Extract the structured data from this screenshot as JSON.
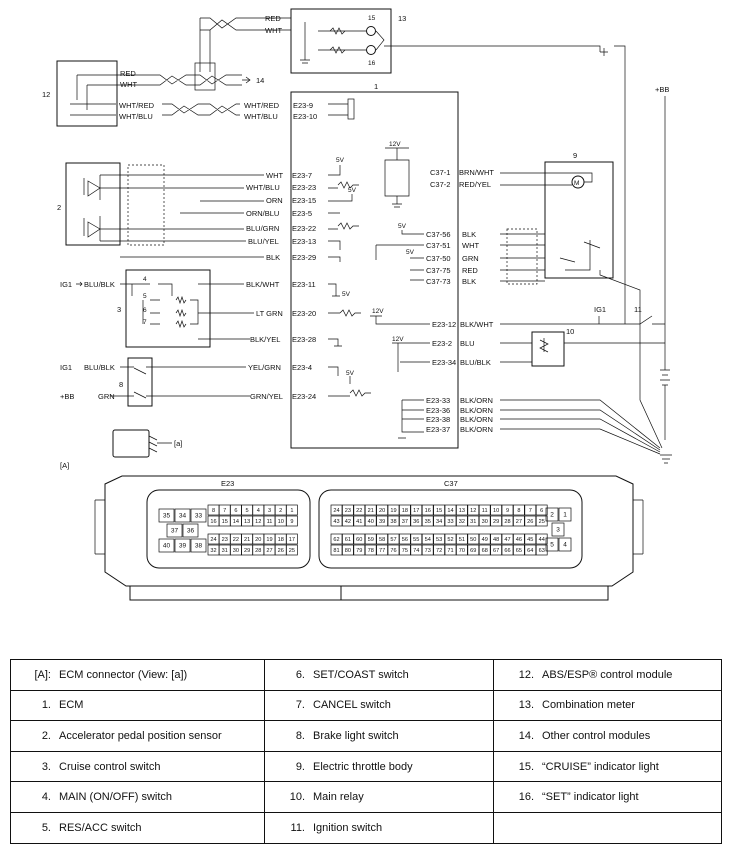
{
  "diagram": {
    "ecm_number": "1",
    "sensor_number": "2",
    "cruise_switch_number": "3",
    "main_switch_number": "4",
    "res_acc_switch_number": "5",
    "set_coast_switch_number": "6",
    "cancel_switch_number": "7",
    "brake_light_switch_number": "8",
    "throttle_body_number": "9",
    "main_relay_number": "10",
    "ignition_switch_number": "11",
    "abs_module_number": "12",
    "combination_meter_number": "13",
    "other_modules_number": "14",
    "cruise_light_number": "15",
    "set_light_number": "16",
    "plus_bb": "+BB",
    "ig1": "IG1",
    "view_tag": "[a]",
    "view_ref": "[A]",
    "connector_e23": "E23",
    "connector_c37": "C37",
    "v12": "12V",
    "v5": "5V",
    "wires_top": [
      {
        "color": "RED",
        "pin": ""
      },
      {
        "color": "WHT",
        "pin": ""
      }
    ],
    "wires_abs": [
      {
        "color": "RED"
      },
      {
        "color": "WHT"
      },
      {
        "color": "WHT/RED",
        "pin": "E23-9"
      },
      {
        "color": "WHT/BLU",
        "pin": "E23-10"
      }
    ],
    "wires_left": [
      {
        "color": "WHT",
        "pin": "E23-7"
      },
      {
        "color": "WHT/BLU",
        "pin": "E23-23"
      },
      {
        "color": "ORN",
        "pin": "E23-15"
      },
      {
        "color": "ORN/BLU",
        "pin": "E23-5"
      },
      {
        "color": "BLU/GRN",
        "pin": "E23-22"
      },
      {
        "color": "BLU/YEL",
        "pin": "E23-13"
      },
      {
        "color": "BLK",
        "pin": "E23-29"
      },
      {
        "color": "BLK/WHT",
        "pin": "E23-11"
      },
      {
        "color": "LT GRN",
        "pin": "E23-20"
      },
      {
        "color": "BLK/YEL",
        "pin": "E23-28"
      },
      {
        "color": "YEL/GRN",
        "pin": "E23-4"
      },
      {
        "color": "GRN/YEL",
        "pin": "E23-24"
      }
    ],
    "wires_right": [
      {
        "color": "BRN/WHT",
        "pin": "C37-1"
      },
      {
        "color": "RED/YEL",
        "pin": "C37-2"
      },
      {
        "color": "BLK",
        "pin": "C37-56"
      },
      {
        "color": "WHT",
        "pin": "C37-51"
      },
      {
        "color": "GRN",
        "pin": "C37-50"
      },
      {
        "color": "RED",
        "pin": "C37-75"
      },
      {
        "color": "BLK",
        "pin": "C37-73"
      },
      {
        "color": "BLK/WHT",
        "pin": "E23-12"
      },
      {
        "color": "BLU",
        "pin": "E23-2"
      },
      {
        "color": "BLU/BLK",
        "pin": "E23-34"
      },
      {
        "color": "BLK/ORN",
        "pin": "E23-33"
      },
      {
        "color": "BLK/ORN",
        "pin": "E23-36"
      },
      {
        "color": "BLK/ORN",
        "pin": "E23-38"
      },
      {
        "color": "BLK/ORN",
        "pin": "E23-37"
      }
    ],
    "ig1_wire_upper": "BLU/BLK",
    "ig1_wire_lower": "BLU/BLK",
    "bb_wire": "GRN",
    "e23_pins": {
      "big_top": [
        "35",
        "34",
        "33"
      ],
      "mid": [
        "37",
        "36"
      ],
      "big_bottom": [
        "40",
        "39",
        "38"
      ],
      "row1": [
        "8",
        "7",
        "6",
        "5",
        "4",
        "3",
        "2",
        "1"
      ],
      "row2": [
        "16",
        "15",
        "14",
        "13",
        "12",
        "11",
        "10",
        "9"
      ],
      "row3": [
        "24",
        "23",
        "22",
        "21",
        "20",
        "19",
        "18",
        "17"
      ],
      "row4": [
        "32",
        "31",
        "30",
        "29",
        "28",
        "27",
        "26",
        "25"
      ]
    },
    "c37_pins": {
      "row1": [
        "24",
        "23",
        "22",
        "21",
        "20",
        "19",
        "18",
        "17",
        "16",
        "15",
        "14",
        "13",
        "12",
        "11",
        "10",
        "9",
        "8",
        "7",
        "6"
      ],
      "row2": [
        "43",
        "42",
        "41",
        "40",
        "39",
        "38",
        "37",
        "36",
        "35",
        "34",
        "33",
        "32",
        "31",
        "30",
        "29",
        "28",
        "27",
        "26",
        "25"
      ],
      "row3": [
        "62",
        "61",
        "60",
        "59",
        "58",
        "57",
        "56",
        "55",
        "54",
        "53",
        "52",
        "51",
        "50",
        "49",
        "48",
        "47",
        "46",
        "45",
        "44"
      ],
      "row4": [
        "81",
        "80",
        "79",
        "78",
        "77",
        "76",
        "75",
        "74",
        "73",
        "72",
        "71",
        "70",
        "69",
        "68",
        "67",
        "66",
        "65",
        "64",
        "63"
      ],
      "right_top": [
        "2",
        "1"
      ],
      "right_mid": [
        "3"
      ],
      "right_bottom": [
        "5",
        "4"
      ]
    }
  },
  "legend": [
    [
      {
        "num": "[A]:",
        "label": "ECM connector (View: [a])"
      },
      {
        "num": "6.",
        "label": "SET/COAST switch"
      },
      {
        "num": "12.",
        "label": "ABS/ESP® control module"
      }
    ],
    [
      {
        "num": "1.",
        "label": "ECM"
      },
      {
        "num": "7.",
        "label": "CANCEL switch"
      },
      {
        "num": "13.",
        "label": "Combination meter"
      }
    ],
    [
      {
        "num": "2.",
        "label": "Accelerator pedal position sensor"
      },
      {
        "num": "8.",
        "label": "Brake light switch"
      },
      {
        "num": "14.",
        "label": "Other control modules"
      }
    ],
    [
      {
        "num": "3.",
        "label": "Cruise control switch"
      },
      {
        "num": "9.",
        "label": "Electric throttle body"
      },
      {
        "num": "15.",
        "label": "“CRUISE” indicator light"
      }
    ],
    [
      {
        "num": "4.",
        "label": "MAIN (ON/OFF) switch"
      },
      {
        "num": "10.",
        "label": "Main relay"
      },
      {
        "num": "16.",
        "label": "“SET” indicator light"
      }
    ],
    [
      {
        "num": "5.",
        "label": "RES/ACC switch"
      },
      {
        "num": "11.",
        "label": "Ignition switch"
      },
      {
        "num": "",
        "label": ""
      }
    ]
  ]
}
